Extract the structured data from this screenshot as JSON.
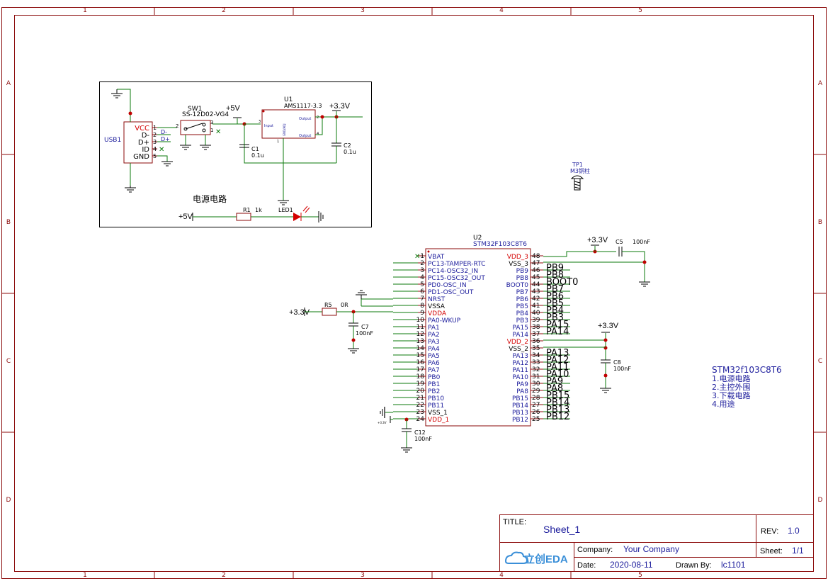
{
  "zones": {
    "columns": [
      "1",
      "2",
      "3",
      "4",
      "5"
    ],
    "rows": [
      "A",
      "B",
      "C",
      "D"
    ]
  },
  "power_section": {
    "title": "电源电路",
    "usb": {
      "ref": "USB1",
      "pins": [
        {
          "num": "1",
          "name": "VCC"
        },
        {
          "num": "2",
          "name": "D-"
        },
        {
          "num": "3",
          "name": "D+"
        },
        {
          "num": "4",
          "name": "ID"
        },
        {
          "num": "5",
          "name": "GND"
        }
      ],
      "net_dm": "D-",
      "net_dp": "D+"
    },
    "switch": {
      "ref": "SW1",
      "value": "SS-12D02-VG4",
      "pins": [
        "2",
        "3",
        "1"
      ]
    },
    "regulator": {
      "ref": "U1",
      "value": "AMS1117-3.3",
      "pin_input": "Input",
      "pin_output": "Output",
      "pin_output2": "Output",
      "pin_gnd": "GND/ADJ",
      "pins": [
        "3",
        "2",
        "4",
        "1"
      ]
    },
    "caps": [
      {
        "ref": "C1",
        "value": "0.1u"
      },
      {
        "ref": "C2",
        "value": "0.1u"
      }
    ],
    "nets": {
      "p5v": "+5V",
      "p33v": "+3.3V",
      "p5v_led": "+5V"
    },
    "resistor": {
      "ref": "R1",
      "value": "1k"
    },
    "led": {
      "ref": "LED1"
    }
  },
  "testpoint": {
    "ref": "TP1",
    "value": "M3铜柱"
  },
  "mcu": {
    "ref": "U2",
    "value": "STM32F103C8T6",
    "left_pins": [
      {
        "num": "1",
        "name": "VBAT",
        "color": "blue"
      },
      {
        "num": "2",
        "name": "PC13-TAMPER-RTC",
        "color": "blue"
      },
      {
        "num": "3",
        "name": "PC14-OSC32_IN",
        "color": "blue"
      },
      {
        "num": "4",
        "name": "PC15-OSC32_OUT",
        "color": "blue"
      },
      {
        "num": "5",
        "name": "PD0-OSC_IN",
        "color": "blue"
      },
      {
        "num": "6",
        "name": "PD1-OSC_OUT",
        "color": "blue"
      },
      {
        "num": "7",
        "name": "NRST",
        "color": "blue"
      },
      {
        "num": "8",
        "name": "VSSA",
        "color": "black"
      },
      {
        "num": "9",
        "name": "VDDA",
        "color": "red"
      },
      {
        "num": "10",
        "name": "PA0-WKUP",
        "color": "blue"
      },
      {
        "num": "11",
        "name": "PA1",
        "color": "blue"
      },
      {
        "num": "12",
        "name": "PA2",
        "color": "blue"
      },
      {
        "num": "13",
        "name": "PA3",
        "color": "blue"
      },
      {
        "num": "14",
        "name": "PA4",
        "color": "blue"
      },
      {
        "num": "15",
        "name": "PA5",
        "color": "blue"
      },
      {
        "num": "16",
        "name": "PA6",
        "color": "blue"
      },
      {
        "num": "17",
        "name": "PA7",
        "color": "blue"
      },
      {
        "num": "18",
        "name": "PB0",
        "color": "blue"
      },
      {
        "num": "19",
        "name": "PB1",
        "color": "blue"
      },
      {
        "num": "20",
        "name": "PB2",
        "color": "blue"
      },
      {
        "num": "21",
        "name": "PB10",
        "color": "blue"
      },
      {
        "num": "22",
        "name": "PB11",
        "color": "blue"
      },
      {
        "num": "23",
        "name": "VSS_1",
        "color": "black"
      },
      {
        "num": "24",
        "name": "VDD_1",
        "color": "red"
      }
    ],
    "right_pins": [
      {
        "num": "48",
        "name": "VDD_3",
        "color": "red",
        "net": ""
      },
      {
        "num": "47",
        "name": "VSS_3",
        "color": "black",
        "net": ""
      },
      {
        "num": "46",
        "name": "PB9",
        "color": "blue",
        "net": "PB9"
      },
      {
        "num": "45",
        "name": "PB8",
        "color": "blue",
        "net": "PB8"
      },
      {
        "num": "44",
        "name": "BOOT0",
        "color": "blue",
        "net": "BOOT0"
      },
      {
        "num": "43",
        "name": "PB7",
        "color": "blue",
        "net": "PB7"
      },
      {
        "num": "42",
        "name": "PB6",
        "color": "blue",
        "net": "PB6"
      },
      {
        "num": "41",
        "name": "PB5",
        "color": "blue",
        "net": "PB5"
      },
      {
        "num": "40",
        "name": "PB4",
        "color": "blue",
        "net": "PB4"
      },
      {
        "num": "39",
        "name": "PB3",
        "color": "blue",
        "net": "PB3"
      },
      {
        "num": "38",
        "name": "PA15",
        "color": "blue",
        "net": "PA15"
      },
      {
        "num": "37",
        "name": "PA14",
        "color": "blue",
        "net": "PA14"
      },
      {
        "num": "36",
        "name": "VDD_2",
        "color": "red",
        "net": ""
      },
      {
        "num": "35",
        "name": "VSS_2",
        "color": "black",
        "net": ""
      },
      {
        "num": "34",
        "name": "PA13",
        "color": "blue",
        "net": "PA13"
      },
      {
        "num": "33",
        "name": "PA12",
        "color": "blue",
        "net": "PA12"
      },
      {
        "num": "32",
        "name": "PA11",
        "color": "blue",
        "net": "PA11"
      },
      {
        "num": "31",
        "name": "PA10",
        "color": "blue",
        "net": "PA10"
      },
      {
        "num": "30",
        "name": "PA9",
        "color": "blue",
        "net": "PA9"
      },
      {
        "num": "29",
        "name": "PA8",
        "color": "blue",
        "net": "PA8"
      },
      {
        "num": "28",
        "name": "PB15",
        "color": "blue",
        "net": "PB15"
      },
      {
        "num": "27",
        "name": "PB14",
        "color": "blue",
        "net": "PB14"
      },
      {
        "num": "26",
        "name": "PB13",
        "color": "blue",
        "net": "PB13"
      },
      {
        "num": "25",
        "name": "PB12",
        "color": "blue",
        "net": "PB12"
      }
    ]
  },
  "mcu_passives": {
    "r5": {
      "ref": "R5",
      "value": "0R",
      "net": "+3.3V"
    },
    "c7": {
      "ref": "C7",
      "value": "100nF"
    },
    "c5": {
      "ref": "C5",
      "value": "100nF",
      "net": "+3.3V"
    },
    "c8": {
      "ref": "C8",
      "value": "100nF",
      "net": "+3.3V"
    },
    "c12": {
      "ref": "C12",
      "value": "100nF",
      "net": "+3.3V"
    }
  },
  "notes": {
    "title": "STM32f103C8T6",
    "items": [
      "1.电源电路",
      "2.主控外围",
      "3.下载电路",
      "4.用途"
    ]
  },
  "title_block": {
    "title_label": "TITLE:",
    "title": "Sheet_1",
    "rev_label": "REV:",
    "rev": "1.0",
    "logo": "立创EDA",
    "company_label": "Company:",
    "company": "Your Company",
    "sheet_label": "Sheet:",
    "sheet": "1/1",
    "date_label": "Date:",
    "date": "2020-08-11",
    "drawn_label": "Drawn By:",
    "drawn": "lc1101"
  }
}
